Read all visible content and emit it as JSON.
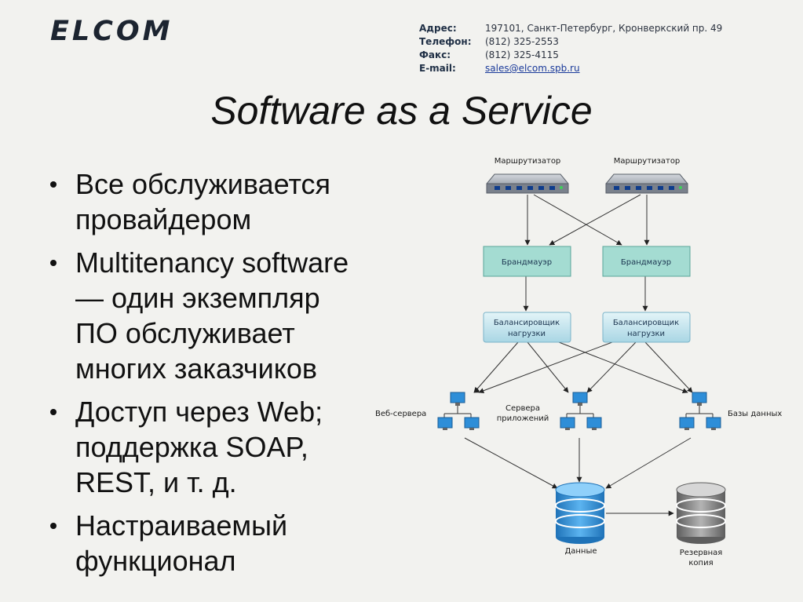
{
  "header": {
    "logo_text": "ELCOM",
    "contacts": [
      {
        "label": "Адрес:",
        "value": "197101, Санкт-Петербург, Кронверкский пр. 49"
      },
      {
        "label": "Телефон:",
        "value": "(812) 325-2553"
      },
      {
        "label": "Факс:",
        "value": "(812) 325-4115"
      },
      {
        "label": "E-mail:",
        "value": "sales@elcom.spb.ru"
      }
    ]
  },
  "title": "Software as a Service",
  "bullets": [
    {
      "lines": [
        "Все обслуживается",
        "провайдером"
      ]
    },
    {
      "lines": [
        "Multitenancy software",
        "— один экземпляр",
        "ПО обслуживает",
        "многих заказчиков"
      ]
    },
    {
      "lines": [
        "Доступ через Web;",
        "поддержка SOAP,",
        "REST, и т. д."
      ]
    },
    {
      "lines": [
        "Настраиваемый",
        "функционал"
      ]
    }
  ],
  "diagram": {
    "routers": [
      "Маршрутизатор",
      "Маршрутизатор"
    ],
    "firewalls": [
      "Брандмауэр",
      "Брандмауэр"
    ],
    "balancers": [
      {
        "line1": "Балансировщик",
        "line2": "нагрузки"
      },
      {
        "line1": "Балансировщик",
        "line2": "нагрузки"
      }
    ],
    "web_servers_label": "Веб-сервера",
    "app_servers_label": {
      "line1": "Сервера",
      "line2": "приложений"
    },
    "db_servers_label": "Базы данных",
    "data_label": "Данные",
    "backup_label": {
      "line1": "Резервная",
      "line2": "копия"
    },
    "colors": {
      "box_fill": "#c6e6ef",
      "box_stroke": "#5b9ab5",
      "db_blue": "#2a8fd8",
      "db_gray": "#8b8b8b",
      "router": "#8d94a0"
    }
  }
}
